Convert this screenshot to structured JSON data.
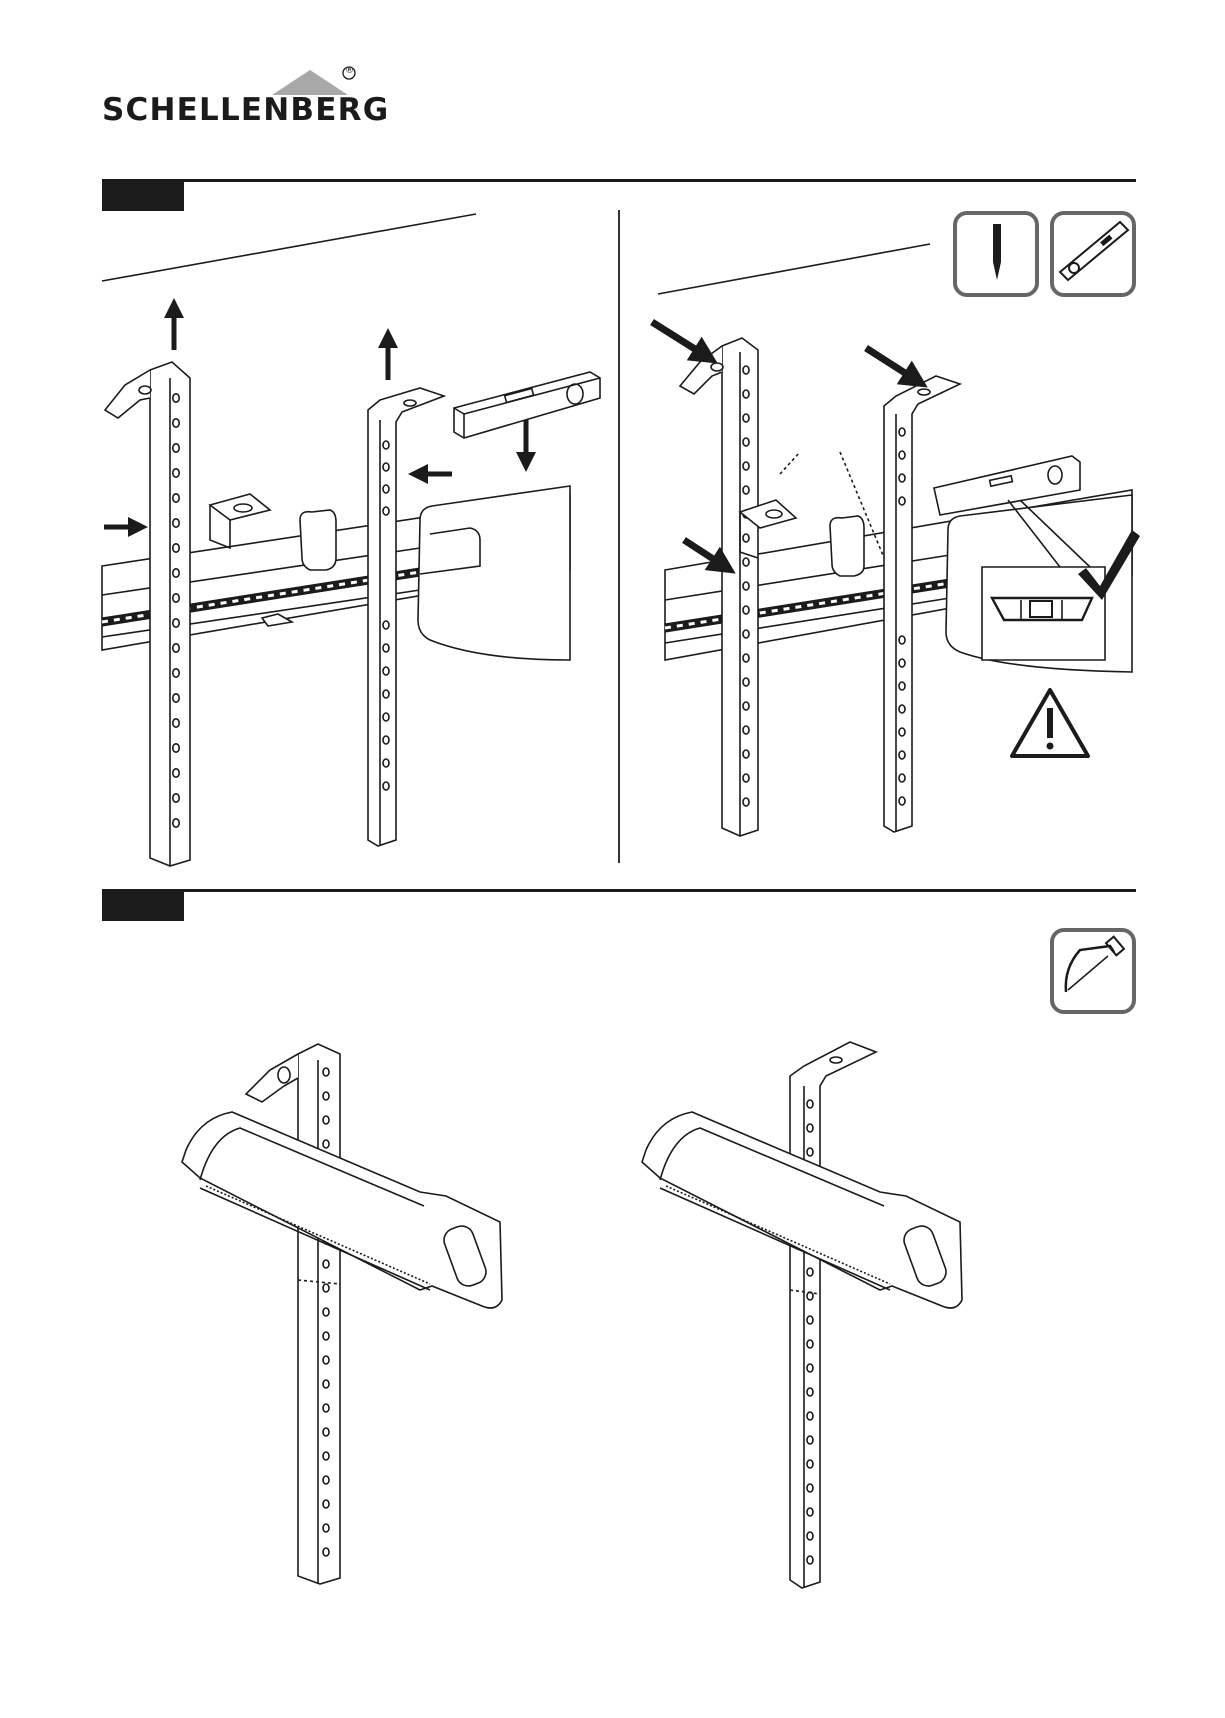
{
  "brand": {
    "name": "SCHELLENBERG",
    "registered_mark": "®"
  },
  "sections": [
    {
      "id": "step-a",
      "panels": [
        "remove-and-insert-brackets",
        "align-and-mark-holes"
      ],
      "tool_icons": [
        "pencil-icon",
        "spirit-level-icon"
      ],
      "symbols": [
        "check-icon",
        "warning-icon"
      ]
    },
    {
      "id": "step-b",
      "panels": [
        "saw-bracket-long-hook",
        "saw-bracket-short-hook"
      ],
      "tool_icons": [
        "hacksaw-icon"
      ]
    }
  ],
  "colors": {
    "ink": "#1b1b1b",
    "roof": "#a8a8a8",
    "tool_border": "#666666",
    "level_bg": "#e6e6e6"
  }
}
